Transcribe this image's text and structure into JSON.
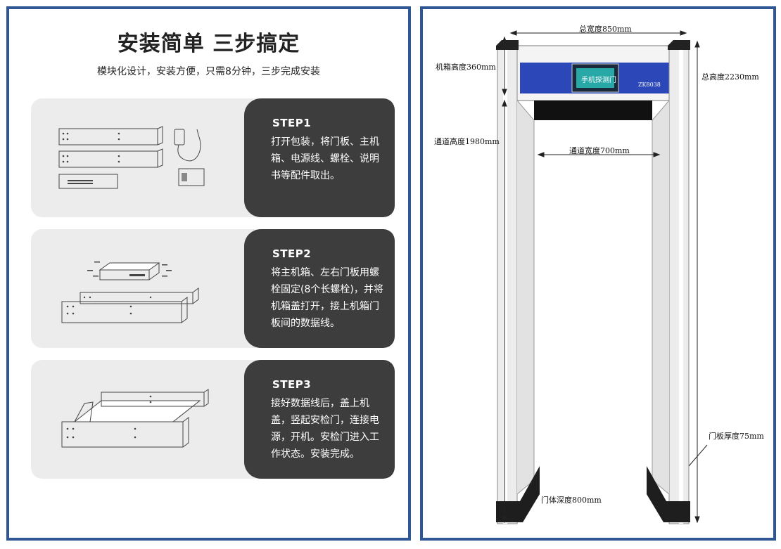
{
  "left": {
    "title": "安装简单 三步搞定",
    "subtitle": "模块化设计，安装方便，只需8分钟，三步完成安装",
    "steps": [
      {
        "label": "STEP1",
        "text": "打开包装，将门板、主机箱、电源线、螺栓、说明书等配件取出。"
      },
      {
        "label": "STEP2",
        "text": "将主机箱、左右门板用螺栓固定(8个长螺栓)，并将机箱盖打开，接上机箱门板间的数据线。"
      },
      {
        "label": "STEP3",
        "text": "接好数据线后，盖上机盖，竖起安检门，连接电源，开机。安检门进入工作状态。安装完成。"
      }
    ]
  },
  "right": {
    "panel_sign": "手机探测门",
    "logo_text": "ZK8038",
    "dims": {
      "total_width": "总宽度850mm",
      "box_height": "机箱高度360mm",
      "total_height": "总高度2230mm",
      "channel_height": "通道高度1980mm",
      "channel_width": "通道宽度700mm",
      "door_thickness": "门板厚度75mm",
      "door_depth": "门体深度800mm"
    }
  },
  "colors": {
    "frame_border": "#2f5796",
    "card_bg": "#ececec",
    "card_dark": "#3d3d3d",
    "display_blue": "#2b47b8"
  }
}
